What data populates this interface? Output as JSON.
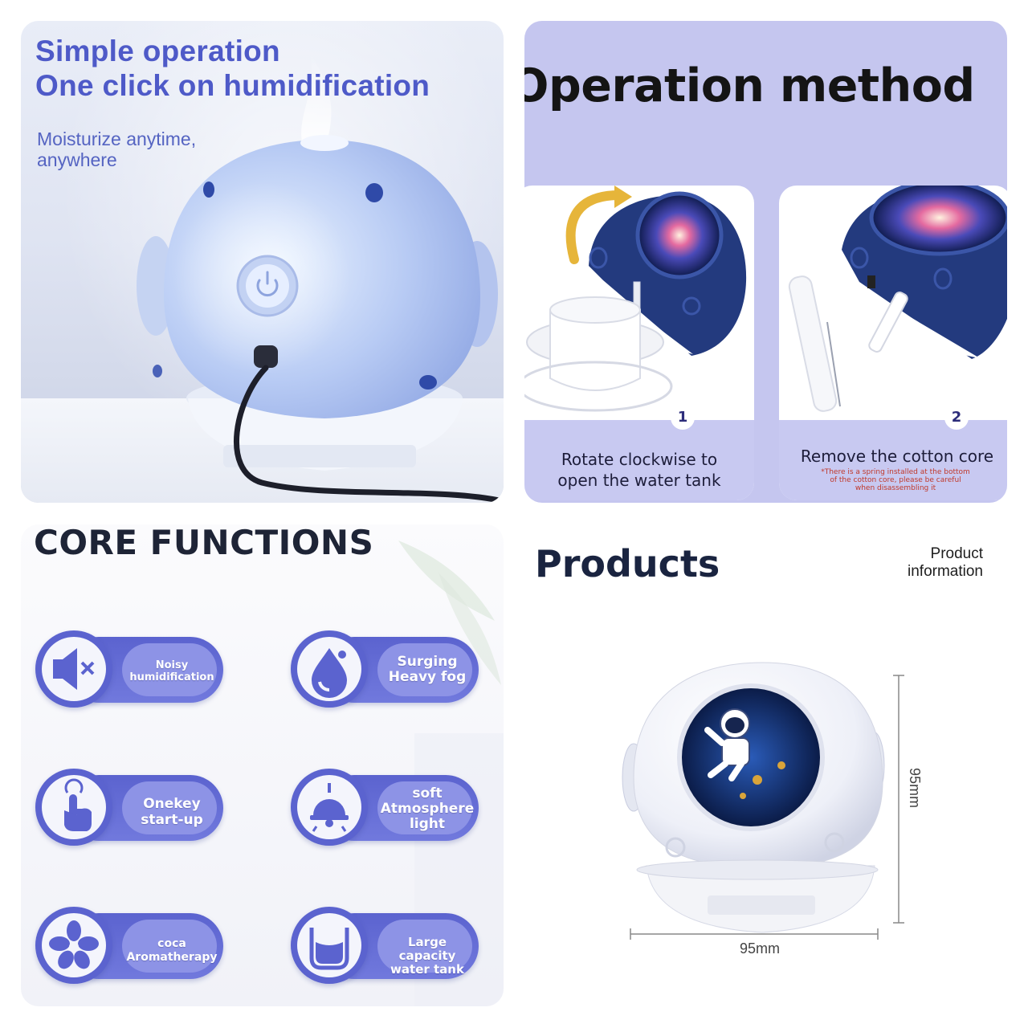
{
  "panel1": {
    "title_line1": "Simple operation",
    "title_line2": "One click on humidification",
    "subtitle": "Moisturize anytime, anywhere"
  },
  "panel2": {
    "heading": "Operation method",
    "steps": [
      {
        "number": "1",
        "text_line1": "Rotate clockwise to",
        "text_line2": "open the water tank"
      },
      {
        "number": "2",
        "text_line1": "Remove the cotton core",
        "note_line1": "*There is a spring installed at the bottom",
        "note_line2": "of the cotton core, please be careful",
        "note_line3": "when disassembling it"
      }
    ]
  },
  "panel3": {
    "heading": "CORE FUNCTIONS",
    "functions": [
      {
        "icon": "mute-speaker-icon",
        "line1": "Noisy",
        "line2": "humidification"
      },
      {
        "icon": "water-drop-icon",
        "line1": "Surging",
        "line2": "Heavy fog"
      },
      {
        "icon": "touch-hand-icon",
        "line1": "Onekey",
        "line2": "start-up"
      },
      {
        "icon": "lamp-light-icon",
        "line1": "soft",
        "line2": "Atmosphere",
        "line3": "light"
      },
      {
        "icon": "flower-icon",
        "line1": "coca",
        "line2": "Aromatherapy"
      },
      {
        "icon": "water-tank-icon",
        "line1": "Large capacity",
        "line2": "water tank"
      }
    ],
    "colors": {
      "pill": "#5b63cf",
      "pill_inner": "#8d93e6"
    }
  },
  "panel4": {
    "heading": "Products",
    "info_line1": "Product",
    "info_line2": "information",
    "width_label": "95mm",
    "height_label": "95mm"
  }
}
